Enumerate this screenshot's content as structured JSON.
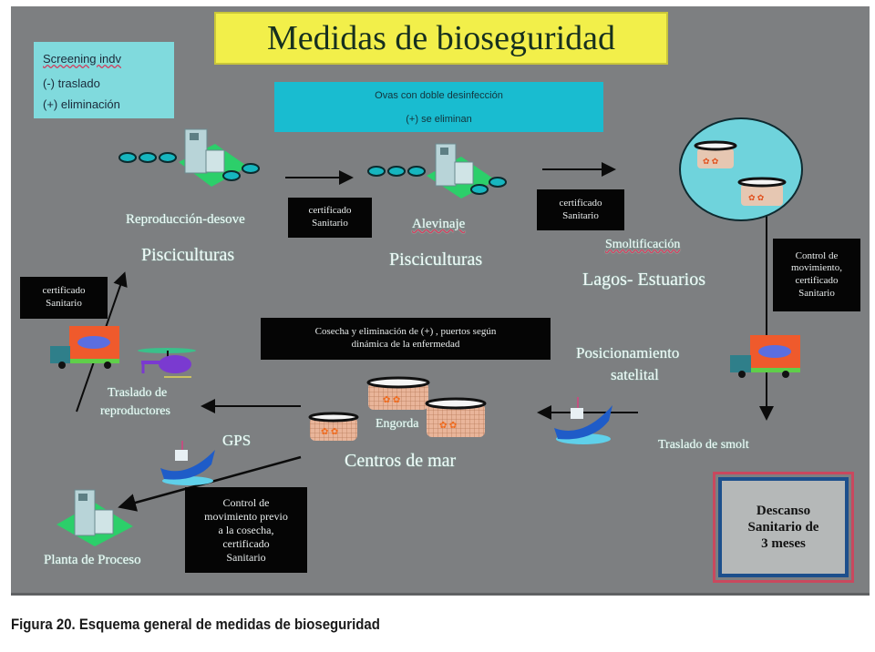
{
  "title": "Medidas de bioseguridad",
  "screening": {
    "line1": "Screening indv",
    "line2": "(-)  traslado",
    "line3": "(+) eliminación"
  },
  "ova": {
    "line1": "Ovas con doble desinfección",
    "line2": "(+)  se  eliminan"
  },
  "stages": {
    "reproduccion": "Reproducción-desove",
    "pisciculturas1": "Pisciculturas",
    "alevinaje": "Alevinaje",
    "pisciculturas2": "Pisciculturas",
    "smoltificacion": "Smoltificación",
    "lagos": "Lagos- Estuarios",
    "posicionamiento1": "Posicionamiento",
    "posicionamiento2": "satelital",
    "traslado_smolt": "Traslado de smolt",
    "engorda": "Engorda",
    "centros": "Centros de mar",
    "traslado_rep1": "Traslado de",
    "traslado_rep2": "reproductores",
    "gps": "GPS",
    "planta": "Planta de Proceso"
  },
  "certs": {
    "cert1_l1": "certificado",
    "cert1_l2": "Sanitario",
    "cert2_l1": "certificado",
    "cert2_l2": "Sanitario",
    "cert_left_l1": "certificado",
    "cert_left_l2": "Sanitario",
    "control_l1": "Control de",
    "control_l2": "movimiento,",
    "control_l3": "certificado",
    "control_l4": "Sanitario",
    "cosecha_l1": "Cosecha y eliminación de (+) , puertos según",
    "cosecha_l2": "dinámica de la enfermedad",
    "control2_l1": "Control de",
    "control2_l2": "movimiento previo",
    "control2_l3": "a la cosecha,",
    "control2_l4": "certificado",
    "control2_l5": "Sanitario"
  },
  "descanso": {
    "l1": "Descanso",
    "l2": "Sanitario de",
    "l3": "3 meses"
  },
  "caption": "Figura 20. Esquema general de medidas de bioseguridad",
  "colors": {
    "background": "#7d7f81",
    "title_fill": "#f2ef4a",
    "screening_fill": "#80dadd",
    "ova_fill": "#19bcd0",
    "lake_fill": "#6fd3dc",
    "descanso_outer": "#c9485e",
    "descanso_inner": "#1c4f8c"
  }
}
